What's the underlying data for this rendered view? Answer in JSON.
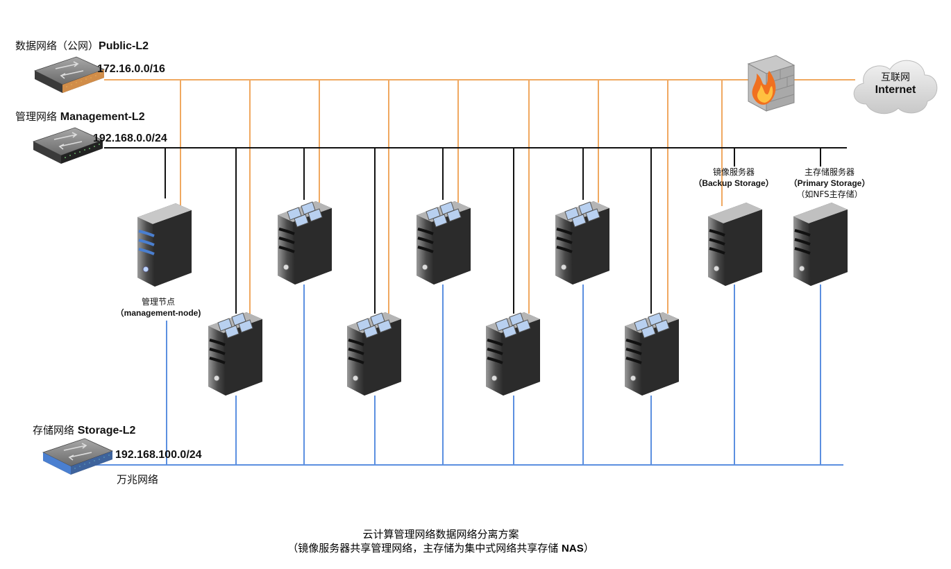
{
  "networks": {
    "public": {
      "label": "数据网络（公网）",
      "name": "Public-L2",
      "subnet": "172.16.0.0/16",
      "color": "#f0a860"
    },
    "management": {
      "label": "管理网络",
      "name": "Management-L2",
      "subnet": "192.168.0.0/24",
      "color": "#111111"
    },
    "storage": {
      "label": "存储网络",
      "name": "Storage-L2",
      "subnet": "192.168.100.0/24",
      "note": "万兆网络",
      "color": "#5b8fe0"
    }
  },
  "internet": {
    "label": "互联网",
    "name": "Internet"
  },
  "management_node": {
    "label": "管理节点",
    "sub": "（management-node)"
  },
  "backup_storage": {
    "label": "镜像服务器",
    "sub": "（Backup Storage）"
  },
  "primary_storage": {
    "label": "主存储服务器",
    "sub": "（Primary Storage）",
    "sub2": "（如NFS主存储）"
  },
  "caption": {
    "line1": "云计算管理网络数据网络分离方案",
    "line2_pre": "（镜像服务器共享管理网络，主存储为集中式网络共享存储 ",
    "line2_bold": "NAS",
    "line2_post": "）"
  }
}
